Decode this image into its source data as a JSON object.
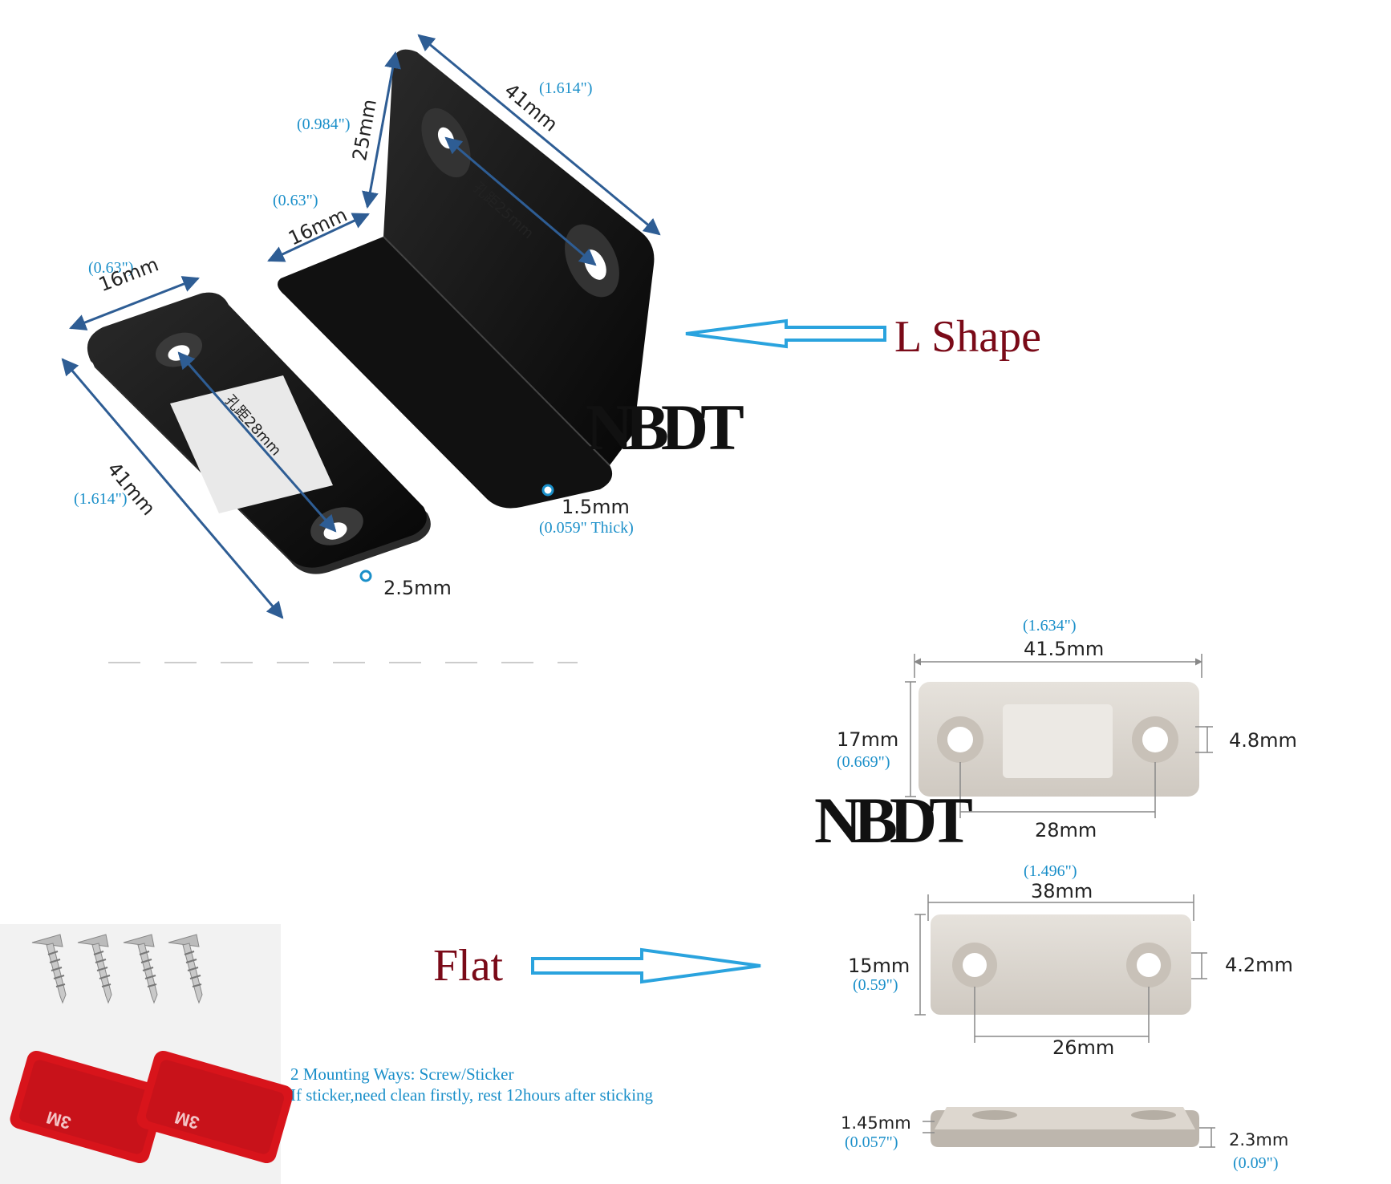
{
  "brand": {
    "logo": "NBDT"
  },
  "labels": {
    "l_shape": "L Shape",
    "flat": "Flat"
  },
  "plate": {
    "width_mm": "16mm",
    "width_in": "(0.63\")",
    "length_mm": "41mm",
    "length_in": "(1.614\")",
    "hole_pitch": "孔距28mm",
    "thickness": "2.5mm"
  },
  "l_bracket": {
    "length_mm": "41mm",
    "length_in": "(1.614\")",
    "height_mm": "25mm",
    "height_in": "(0.984\")",
    "depth_mm": "16mm",
    "depth_in": "(0.63\")",
    "hole_pitch": "孔距25mm",
    "thickness_mm": "1.5mm",
    "thickness_in": "(0.059\" Thick)"
  },
  "flat_large": {
    "width_in": "(1.634\")",
    "width_mm": "41.5mm",
    "height_mm": "17mm",
    "height_in": "(0.669\")",
    "hole_mm": "4.8mm",
    "pitch_mm": "28mm"
  },
  "flat_small": {
    "width_in": "(1.496\")",
    "width_mm": "38mm",
    "height_mm": "15mm",
    "height_in": "(0.59\")",
    "hole_mm": "4.2mm",
    "pitch_mm": "26mm"
  },
  "side_view": {
    "left_mm": "1.45mm",
    "left_in": "(0.057\")",
    "right_mm": "2.3mm",
    "right_in": "(0.09\")"
  },
  "mounting": {
    "line1": "2 Mounting Ways: Screw/Sticker",
    "line2": "If sticker,need clean firstly, rest 12hours after sticking",
    "sticker_print": "3M"
  },
  "colors": {
    "dimension_line": "#2e5d94",
    "inch_text": "#1a8fc9",
    "label_text": "#7a0a18",
    "arrow": "#2aa3de",
    "plate_black": "#111111",
    "plate_silver": "#d9d4cd",
    "sticker_red": "#d8141b"
  }
}
